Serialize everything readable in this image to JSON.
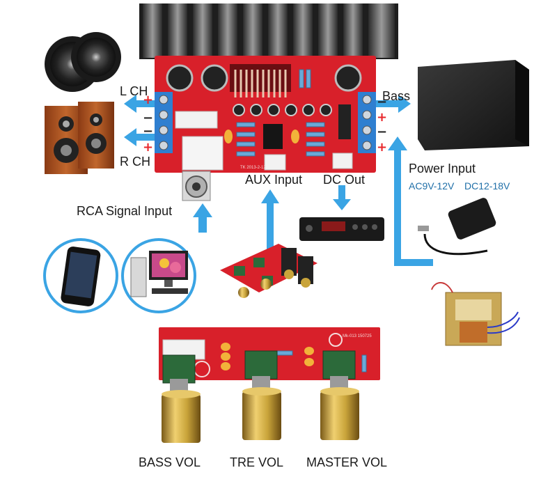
{
  "labels": {
    "left_channel": "L CH",
    "right_channel": "R CH",
    "bass_output": "Bass",
    "power_input": "Power Input",
    "power_spec_ac": "AC9V-12V",
    "power_spec_dc": "DC12-18V",
    "aux_input": "AUX Input",
    "dc_out": "DC Out",
    "rca_input": "RCA Signal Input",
    "bass_vol": "BASS VOL",
    "tre_vol": "TRE VOL",
    "master_vol": "MASTER VOL"
  },
  "terminal_signs": {
    "left": [
      "+",
      "−",
      "−",
      "+"
    ],
    "right": [
      "−",
      "+",
      "−",
      "+"
    ]
  },
  "board_silkscreen": {
    "main_model": "TK 2013-2-12",
    "control_model": "Mk-013 150725"
  },
  "colors": {
    "pcb_red": "#d8202a",
    "arrow_blue": "#3aa4e4",
    "terminal_blue": "#2f7fd0",
    "knob_gold": "#c9a43a",
    "spec_blue": "#1f6fa8"
  }
}
